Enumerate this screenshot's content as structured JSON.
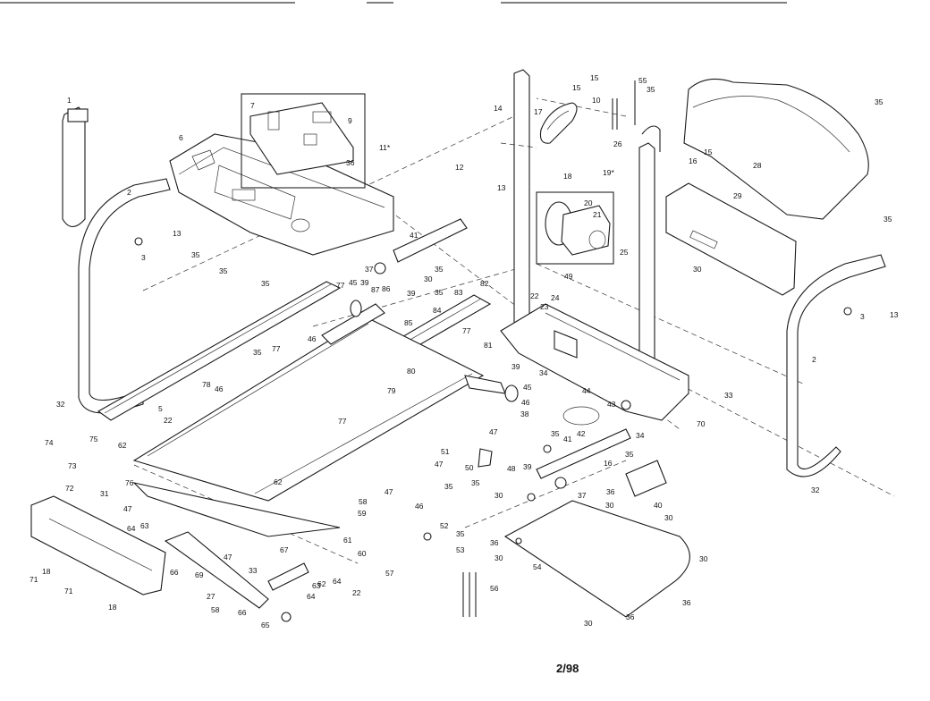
{
  "page_number": "2/98",
  "callouts": {
    "c1": "1",
    "c2a": "2",
    "c2b": "2",
    "c3a": "3",
    "c3b": "3",
    "c5": "5",
    "c6": "6",
    "c7": "7",
    "c9": "9",
    "c10": "10",
    "c11": "11*",
    "c12": "12",
    "c13a": "13",
    "c13b": "13",
    "c13c": "13",
    "c14": "14",
    "c15a": "15",
    "c15b": "15",
    "c15c": "15",
    "c16a": "16",
    "c16b": "16",
    "c17": "17",
    "c18a": "18",
    "c18b": "18",
    "c18c": "18",
    "c19": "19*",
    "c20": "20",
    "c21": "21",
    "c22a": "22",
    "c22b": "22",
    "c22c": "22",
    "c23": "23",
    "c24": "24",
    "c25": "25",
    "c26": "26",
    "c27": "27",
    "c28": "28",
    "c29": "29",
    "c30a": "30",
    "c30b": "30",
    "c30c": "30",
    "c30d": "30",
    "c30e": "30",
    "c30f": "30",
    "c30g": "30",
    "c30h": "30",
    "c31": "31",
    "c32a": "32",
    "c32b": "32",
    "c33a": "33",
    "c33b": "33",
    "c34a": "34",
    "c34b": "34",
    "c35a": "35",
    "c35b": "35",
    "c35c": "35",
    "c35d": "35",
    "c35e": "35",
    "c35f": "35",
    "c35g": "35",
    "c35h": "35",
    "c35i": "35",
    "c35j": "35",
    "c35k": "35",
    "c35l": "35",
    "c35m": "35",
    "c35n": "35",
    "c36a": "36",
    "c36b": "36",
    "c36c": "36",
    "c36d": "36",
    "c36e": "36",
    "c37a": "37",
    "c37b": "37",
    "c38": "38",
    "c39a": "39",
    "c39b": "39",
    "c39c": "39",
    "c39d": "39",
    "c40": "40",
    "c41a": "41",
    "c41b": "41",
    "c42": "42",
    "c43": "43",
    "c44": "44",
    "c45a": "45",
    "c45b": "45",
    "c46a": "46",
    "c46b": "46",
    "c46c": "46",
    "c46d": "46",
    "c47a": "47",
    "c47b": "47",
    "c47c": "47",
    "c47d": "47",
    "c47e": "47",
    "c48": "48",
    "c49": "49",
    "c50": "50",
    "c51": "51",
    "c52": "52",
    "c53": "53",
    "c54": "54",
    "c55": "55",
    "c56": "56",
    "c57": "57",
    "c58a": "58",
    "c58b": "58",
    "c59": "59",
    "c60": "60",
    "c61": "61",
    "c62a": "62",
    "c62b": "62",
    "c62c": "62",
    "c63a": "63",
    "c63b": "63",
    "c64a": "64",
    "c64b": "64",
    "c64c": "64",
    "c65": "65",
    "c66a": "66",
    "c66b": "66",
    "c67": "67",
    "c69": "69",
    "c70": "70",
    "c71a": "71",
    "c71b": "71",
    "c72": "72",
    "c73": "73",
    "c74": "74",
    "c75": "75",
    "c76": "76",
    "c77a": "77",
    "c77b": "77",
    "c77c": "77",
    "c77d": "77",
    "c78": "78",
    "c79": "79",
    "c80": "80",
    "c81": "81",
    "c82": "82",
    "c83": "83",
    "c84": "84",
    "c85": "85",
    "c86": "86",
    "c87": "87"
  }
}
